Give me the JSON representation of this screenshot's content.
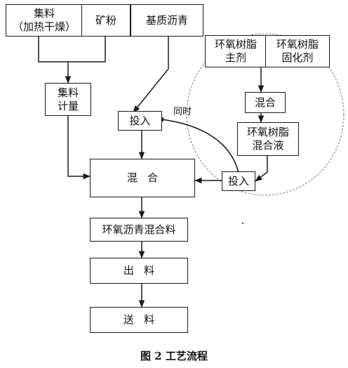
{
  "materials": {
    "aggregate": "集料\n（加热干燥）",
    "mineral_powder": "矿粉",
    "base_asphalt": "基质沥青"
  },
  "epoxy": {
    "main_agent": "环氧树脂\n主剂",
    "curing_agent": "环氧树脂\n固化剂",
    "mix": "混合",
    "mixed_liquid": "环氧树脂\n混合液",
    "feed_in": "投入"
  },
  "process": {
    "aggregate_metering": "集料\n计量",
    "feed_in": "投入",
    "simultaneous": "同时",
    "mixing": "混   合",
    "epoxy_asphalt_mixture": "环氧沥青混合料",
    "discharge": "出   料",
    "delivery": "送   料"
  },
  "caption": "图 2    工艺流程",
  "colors": {
    "line": "#1a1a1a",
    "ellipse": "#9a9a9a"
  }
}
